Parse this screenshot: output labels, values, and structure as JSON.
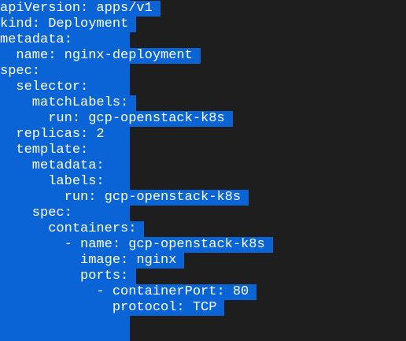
{
  "editor": {
    "selection_color": "#0a64d6",
    "background_color": "#1e1e1e",
    "text_color": "#ffffff",
    "lines": [
      "apiVersion: apps/v1",
      "kind: Deployment",
      "metadata:",
      "  name: nginx-deployment",
      "spec:",
      "  selector:",
      "    matchLabels:",
      "      run: gcp-openstack-k8s",
      "  replicas: 2",
      "  template:",
      "    metadata:",
      "      labels:",
      "        run: gcp-openstack-k8s",
      "    spec:",
      "      containers:",
      "        - name: gcp-openstack-k8s",
      "          image: nginx",
      "          ports:",
      "            - containerPort: 80",
      "              protocol: TCP"
    ]
  }
}
